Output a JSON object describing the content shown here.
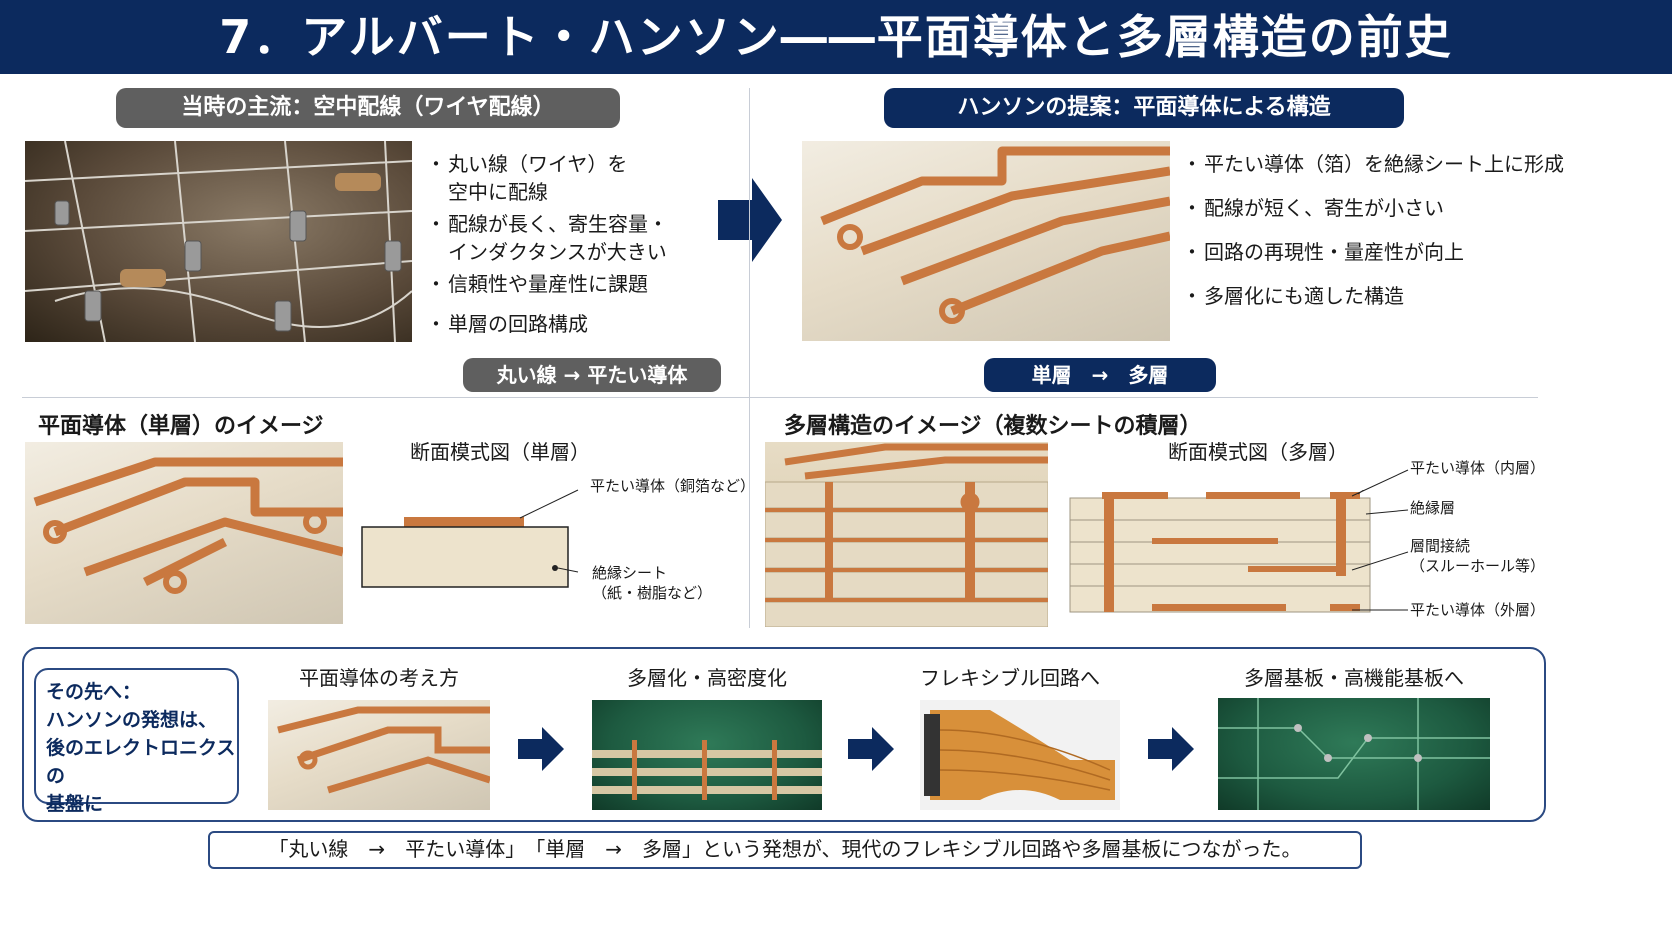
{
  "header": {
    "title": "7．アルバート・ハンソン――平面導体と多層構造の前史"
  },
  "left": {
    "pill": "当時の主流：空中配線（ワイヤ配線）",
    "bullets": [
      "丸い線（ワイヤ）を\n空中に配線",
      "配線が長く、寄生容量・\nインダクタンスが大きい",
      "信頼性や量産性に課題",
      "単層の回路構成"
    ],
    "transition_pill": "丸い線 → 平たい導体"
  },
  "right": {
    "pill": "ハンソンの提案：平面導体による構造",
    "bullets": [
      "平たい導体（箔）を絶縁シート上に形成",
      "配線が短く、寄生が小さい",
      "回路の再現性・量産性が向上",
      "多層化にも適した構造"
    ],
    "transition_pill": "単層　→　多層"
  },
  "single": {
    "title": "平面導体（単層）のイメージ",
    "diagram_title": "断面模式図（単層）",
    "label_conductor": "平たい導体（銅箔など）",
    "label_insulator": "絶縁シート\n（紙・樹脂など）"
  },
  "multi": {
    "title": "多層構造のイメージ（複数シートの積層）",
    "diagram_title": "断面模式図（多層）",
    "label_inner": "平たい導体（内層）",
    "label_insulator": "絶縁層",
    "label_via": "層間接続\n（スルーホール等）",
    "label_outer": "平たい導体（外層）"
  },
  "future": {
    "lead": "その先へ：\nハンソンの発想は、\n後のエレクトロニクスの\n基盤に",
    "steps": [
      "平面導体の考え方",
      "多層化・高密度化",
      "フレキシブル回路へ",
      "多層基板・高機能基板へ"
    ]
  },
  "footer": {
    "text": "「丸い線　→　平たい導体」　「単層　→　多層」という発想が、現代のフレキシブル回路や多層基板につながった。"
  },
  "colors": {
    "navy": "#0c2a5e",
    "gray": "#5f5f5f",
    "copper": "#c9783f",
    "insulator": "#ede3cc"
  }
}
